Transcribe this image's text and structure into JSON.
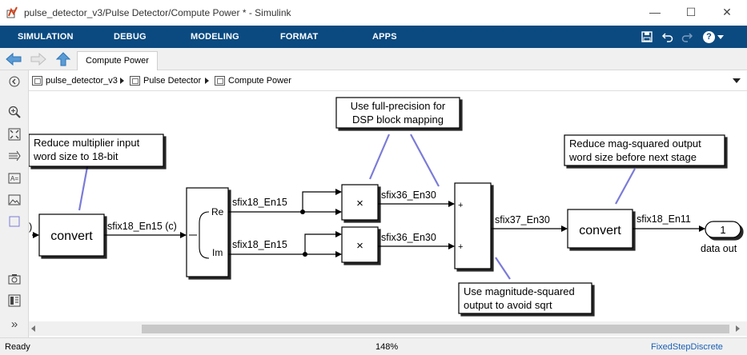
{
  "window": {
    "title": "pulse_detector_v3/Pulse Detector/Compute Power * - Simulink",
    "minimize": "—",
    "maximize": "☐",
    "close": "✕"
  },
  "ribbon": {
    "tabs": [
      "SIMULATION",
      "DEBUG",
      "MODELING",
      "FORMAT",
      "APPS"
    ],
    "help": "?"
  },
  "nav": {
    "doc_tab": "Compute Power"
  },
  "breadcrumb": {
    "items": [
      "pulse_detector_v3",
      "Pulse Detector",
      "Compute Power"
    ]
  },
  "diagram": {
    "input_port_partial": ")",
    "convert1_label": "convert",
    "convert2_label": "convert",
    "complex_block": {
      "re": "Re",
      "im": "Im"
    },
    "mult_symbol": "×",
    "sum_signs": [
      "+",
      "+"
    ],
    "outport_number": "1",
    "outport_name": "data out",
    "signals": {
      "convert1_out": "sfix18_En15 (c)",
      "re_out": "sfix18_En15",
      "im_out": "sfix18_En15",
      "mult1_out": "sfix36_En30",
      "mult2_out": "sfix36_En30",
      "sum_out": "sfix37_En30",
      "convert2_out": "sfix18_En11"
    },
    "annotations": {
      "reduce_input": [
        "Reduce multiplier input",
        "word size to 18-bit"
      ],
      "full_precision": [
        "Use full-precision for",
        "DSP block mapping"
      ],
      "mag_squared": [
        "Use magnitude-squared",
        "output to avoid sqrt"
      ],
      "reduce_output": [
        "Reduce mag-squared output",
        "word size before next stage"
      ]
    }
  },
  "status": {
    "left": "Ready",
    "zoom": "148%",
    "solver": "FixedStepDiscrete"
  },
  "colors": {
    "ribbon": "#0b4a80",
    "annotation_line": "#7b7bd8",
    "solver_link": "#1a5fb4"
  }
}
